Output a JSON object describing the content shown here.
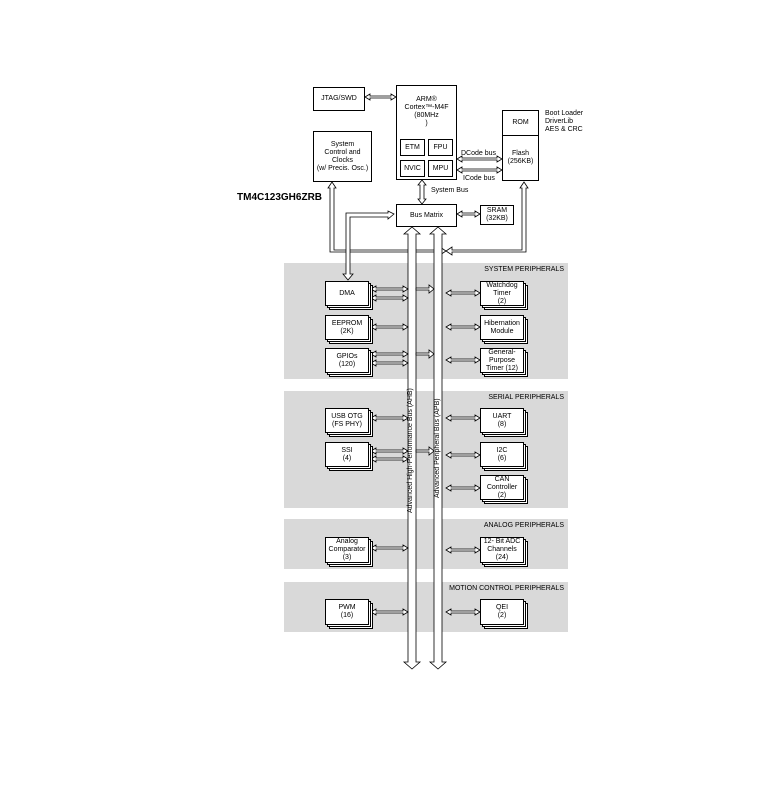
{
  "chip_name": "TM4C123GH6ZRB",
  "core": {
    "jtag": "JTAG/SWD",
    "cpu": "ARM®\nCortex™-M4F\n(80MHz\n)",
    "etm": "ETM",
    "fpu": "FPU",
    "nvic": "NVIC",
    "mpu": "MPU",
    "system_control": "System\nControl and\nClocks\n(w/ Precis. Osc.)",
    "rom": "ROM",
    "rom_contents": "Boot Loader\nDriverLib\nAES & CRC",
    "flash": "Flash\n(256KB)",
    "dcode_bus": "DCode bus",
    "icode_bus": "ICode bus",
    "system_bus": "System Bus",
    "bus_matrix": "Bus Matrix",
    "sram": "SRAM\n(32KB)"
  },
  "buses": {
    "ahb": "Advanced High-Performance Bus (AHB)",
    "apb": "Advanced Peripheral Bus (APB)"
  },
  "system_peripherals": {
    "title": "SYSTEM PERIPHERALS",
    "dma": "DMA",
    "eeprom": "EEPROM\n(2K)",
    "gpios": "GPIOs\n(120)",
    "watchdog": "Watchdog\nTimer\n(2)",
    "hibernation": "Hibernation\nModule",
    "gp_timer": "General-\nPurpose\nTimer (12)"
  },
  "serial_peripherals": {
    "title": "SERIAL PERIPHERALS",
    "usb": "USB OTG\n(FS PHY)",
    "ssi": "SSI\n(4)",
    "uart": "UART\n(8)",
    "i2c": "I2C\n(6)",
    "can": "CAN\nController\n(2)"
  },
  "analog_peripherals": {
    "title": "ANALOG PERIPHERALS",
    "comparator": "Analog\nComparator\n(3)",
    "adc": "12- Bit ADC\nChannels\n(24)"
  },
  "motion_peripherals": {
    "title": "MOTION CONTROL PERIPHERALS",
    "pwm": "PWM\n(16)",
    "qei": "QEI\n(2)"
  }
}
